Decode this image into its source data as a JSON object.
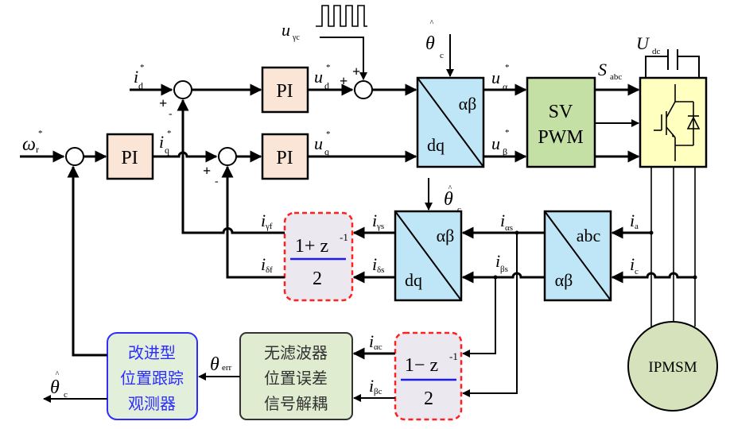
{
  "diagram": {
    "title": "IPMSM sensorless control block diagram with high-frequency square-wave injection",
    "colors": {
      "pi_fill": "#fbe5d6",
      "transform_fill": "#bfe6f7",
      "svpwm_fill": "#c5e0a5",
      "inverter_fill": "#ffffc0",
      "filter_fill": "#ece8f0",
      "filter_border": "#ff2020",
      "filter_text": "#1a1aff",
      "decoupler_fill": "#dfeccf",
      "observer_fill": "#e2efda",
      "observer_border": "#2d2dff",
      "observer_text": "#2d2dff",
      "motor_fill": "#d5e2bb"
    },
    "blocks": {
      "pi_d": "PI",
      "pi_q": "PI",
      "pi_speed": "PI",
      "park_inverse": {
        "top": "αβ",
        "bottom": "dq"
      },
      "svpwm": {
        "line1": "SV",
        "line2": "PWM"
      },
      "park": {
        "top": "αβ",
        "bottom": "dq"
      },
      "clarke": {
        "top": "abc",
        "bottom": "αβ"
      },
      "filter_sum": {
        "numerator": "1+ z",
        "exp": "-1",
        "denominator": "2"
      },
      "filter_diff": {
        "numerator": "1− z",
        "exp": "-1",
        "denominator": "2"
      },
      "decoupler": [
        "无滤波器",
        "位置误差",
        "信号解耦"
      ],
      "observer": [
        "改进型",
        "位置跟踪",
        "观测器"
      ],
      "motor": "IPMSM"
    },
    "signals": {
      "id_ref": {
        "base": "i",
        "sub": "d",
        "sup": "*"
      },
      "iq_ref": {
        "base": "i",
        "sub": "q",
        "sup": "*"
      },
      "omega_ref": {
        "base": "ω",
        "sub": "r",
        "sup": "*"
      },
      "ud_ref": {
        "base": "u",
        "sub": "d",
        "sup": "*"
      },
      "uq_ref": {
        "base": "u",
        "sub": "q",
        "sup": "*"
      },
      "u_inj": {
        "base": "u",
        "sub": "γc"
      },
      "theta_c_top": {
        "base": "θ",
        "sub": "c",
        "hat": "^"
      },
      "theta_c_mid": {
        "base": "θ",
        "sub": "c",
        "hat": "^"
      },
      "theta_c_out": {
        "base": "θ",
        "sub": "c",
        "hat": "^"
      },
      "ualpha_ref": {
        "base": "u",
        "sub": "α",
        "sup": "*"
      },
      "ubeta_ref": {
        "base": "u",
        "sub": "β",
        "sup": "*"
      },
      "s_abc": {
        "base": "S",
        "sub": "abc"
      },
      "udc": {
        "base": "U",
        "sub": "dc"
      },
      "i_gamma_f": {
        "base": "i",
        "sub": "γf"
      },
      "i_delta_f": {
        "base": "i",
        "sub": "δf"
      },
      "i_gamma_s": {
        "base": "i",
        "sub": "γs"
      },
      "i_delta_s": {
        "base": "i",
        "sub": "δs"
      },
      "i_alpha_s": {
        "base": "i",
        "sub": "αs"
      },
      "i_beta_s": {
        "base": "i",
        "sub": "βs"
      },
      "i_a": {
        "base": "i",
        "sub": "a"
      },
      "i_c": {
        "base": "i",
        "sub": "c"
      },
      "i_alpha_c": {
        "base": "i",
        "sub": "αc"
      },
      "i_beta_c": {
        "base": "i",
        "sub": "βc"
      },
      "theta_err": {
        "base": "θ",
        "sub": "err"
      }
    },
    "signs": {
      "plus": "+",
      "minus": "-"
    }
  }
}
